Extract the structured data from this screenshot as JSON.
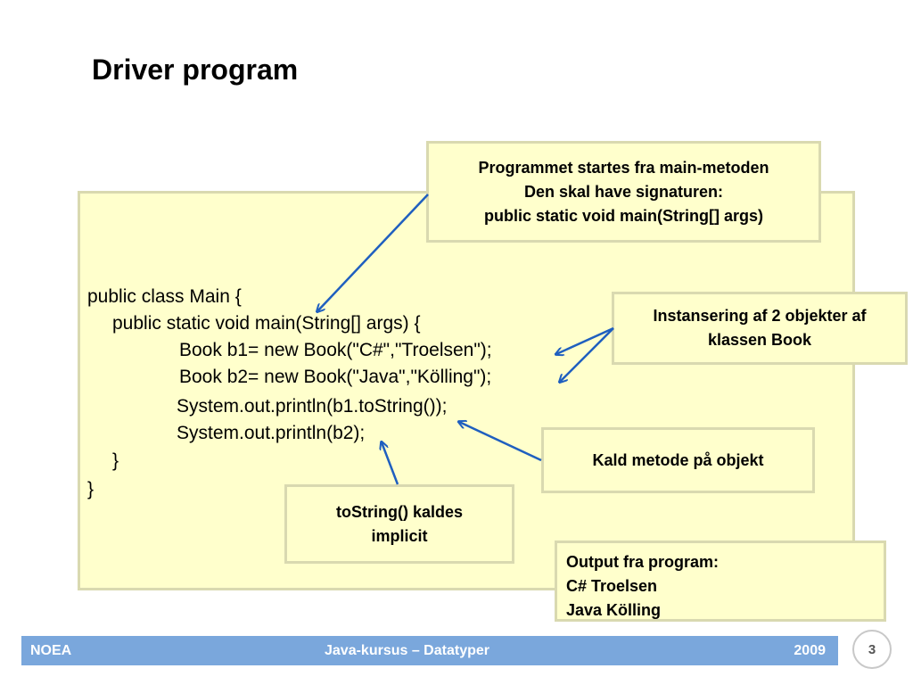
{
  "slide": {
    "title": "Driver program",
    "code_lines": [
      "public class Main {",
      "public static void main(String[] args) {",
      "Book b1= new Book(\"C#\",\"Troelsen\");",
      "Book b2= new Book(\"Java\",\"Kölling\");",
      "System.out.println(b1.toString());",
      "System.out.println(b2);",
      "}",
      "}"
    ]
  },
  "callouts": {
    "main_method": {
      "lines": [
        "Programmet startes fra main-metoden",
        "Den skal have signaturen:",
        "public static void main(String[] args)"
      ]
    },
    "instantiation": {
      "lines": [
        "Instansering af 2 objekter af",
        "klassen Book"
      ]
    },
    "method_call": {
      "lines": [
        "Kald metode på objekt"
      ]
    },
    "tostring": {
      "lines": [
        "toString() kaldes",
        "implicit"
      ]
    },
    "output": {
      "lines": [
        "Output fra program:",
        "C#  Troelsen",
        "Java  Kölling"
      ]
    }
  },
  "footer": {
    "left": "NOEA",
    "center": "Java-kursus – Datatyper",
    "right": "2009",
    "page_number": "3"
  },
  "colors": {
    "box_fill": "#ffffcc",
    "box_border": "#d9d9b0",
    "arrow": "#1f5fbf",
    "footer_bar": "#7aa7dc"
  }
}
